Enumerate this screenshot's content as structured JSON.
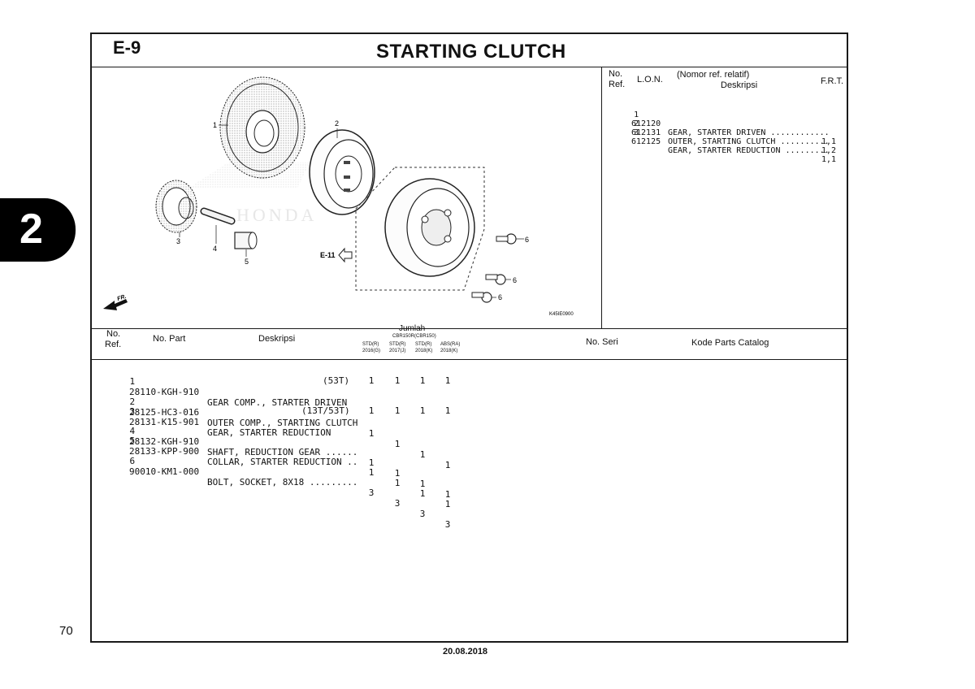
{
  "header": {
    "section_code": "E-9",
    "title": "STARTING CLUTCH"
  },
  "side_tab": {
    "number": "2"
  },
  "page_number": "70",
  "date": "20.08.2018",
  "diagram": {
    "callouts": [
      "1",
      "2",
      "3",
      "4",
      "5",
      "6",
      "6",
      "6"
    ],
    "ref_label": "E-11",
    "fr_label": "FR.",
    "drawing_code": "K45IE0900",
    "watermark": "HONDA"
  },
  "frt_table": {
    "headers": {
      "no": "No.",
      "ref": "Ref.",
      "lon": "L.O.N.",
      "nomor": "(Nomor ref. relatif)",
      "deskripsi": "Deskripsi",
      "frt": "F.R.T."
    },
    "rows": [
      {
        "ref": "1",
        "lon": "612120",
        "desc": "GEAR, STARTER DRIVEN ............",
        "frt": "1,1"
      },
      {
        "ref": "2",
        "lon": "612131",
        "desc": "OUTER, STARTING CLUTCH ..........",
        "frt": "1,2"
      },
      {
        "ref": "3",
        "lon": "612125",
        "desc": "GEAR, STARTER REDUCTION .........",
        "frt": "1,1"
      }
    ]
  },
  "parts_table": {
    "headers": {
      "no": "No.",
      "ref": "Ref.",
      "no_part": "No. Part",
      "deskripsi": "Deskripsi",
      "jumlah": "Jumlah",
      "model_group": "CBR150R(CBR150)",
      "cols": [
        {
          "name": "STD(R)",
          "year": "2016(G)"
        },
        {
          "name": "STD(R)",
          "year": "2017(J)"
        },
        {
          "name": "STD(R)",
          "year": "2018(K)"
        },
        {
          "name": "ABS(RA)",
          "year": "2018(K)"
        }
      ],
      "no_seri": "No. Seri",
      "kode": "Kode Parts Catalog"
    },
    "rows": [
      {
        "ref": "1",
        "part": "28110-KGH-910",
        "desc": "GEAR COMP., STARTER DRIVEN",
        "desc2": "(53T)",
        "qty": [
          "1",
          "1",
          "1",
          "1"
        ]
      },
      {
        "ref": "2",
        "part": "28125-HC3-016",
        "desc": "OUTER COMP., STARTING CLUTCH",
        "desc2": "",
        "qty": [
          "1",
          "1",
          "1",
          "1"
        ]
      },
      {
        "ref": "3",
        "part": "28131-K15-901",
        "desc": "GEAR, STARTER REDUCTION",
        "desc2": "(13T/53T)",
        "qty": [
          "1",
          "1",
          "1",
          "1"
        ]
      },
      {
        "ref": "4",
        "part": "28132-KGH-910",
        "desc": "SHAFT, REDUCTION GEAR ......",
        "desc2": "",
        "qty": [
          "1",
          "1",
          "1",
          "1"
        ]
      },
      {
        "ref": "5",
        "part": "28133-KPP-900",
        "desc": "COLLAR, STARTER REDUCTION ..",
        "desc2": "",
        "qty": [
          "1",
          "1",
          "1",
          "1"
        ]
      },
      {
        "ref": "6",
        "part": "90010-KM1-000",
        "desc": "BOLT, SOCKET, 8X18 .........",
        "desc2": "",
        "qty": [
          "3",
          "3",
          "3",
          "3"
        ]
      }
    ]
  }
}
